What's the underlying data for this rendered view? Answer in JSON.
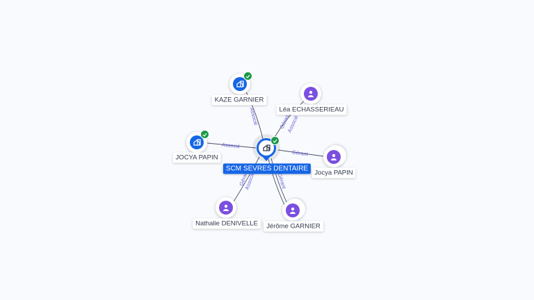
{
  "center": {
    "name": "SCM SEVRES DENTAIRE",
    "icon": "building-icon",
    "verified": true
  },
  "nodes": [
    {
      "name": "KAZE GARNIER",
      "type": "company",
      "verified": true,
      "relation": "Associé"
    },
    {
      "name": "Léa ECHASSERIEAU",
      "type": "person",
      "relation": "Gérant",
      "relation2": "Associé"
    },
    {
      "name": "JOCYA PAPIN",
      "type": "company",
      "verified": true,
      "relation": "Associé"
    },
    {
      "name": "Jocya PAPIN",
      "type": "person",
      "relation": "Gérant"
    },
    {
      "name": "Nathalie DENIVELLE",
      "type": "person",
      "relation": "Gérant",
      "relation2": "Associé"
    },
    {
      "name": "Jérôme GARNIER",
      "type": "person",
      "relation": "Gérant"
    }
  ],
  "colors": {
    "company": "#1565e6",
    "person": "#7b4fe0",
    "verified": "#1b9a4a",
    "edge_label": "#6b63d9"
  }
}
